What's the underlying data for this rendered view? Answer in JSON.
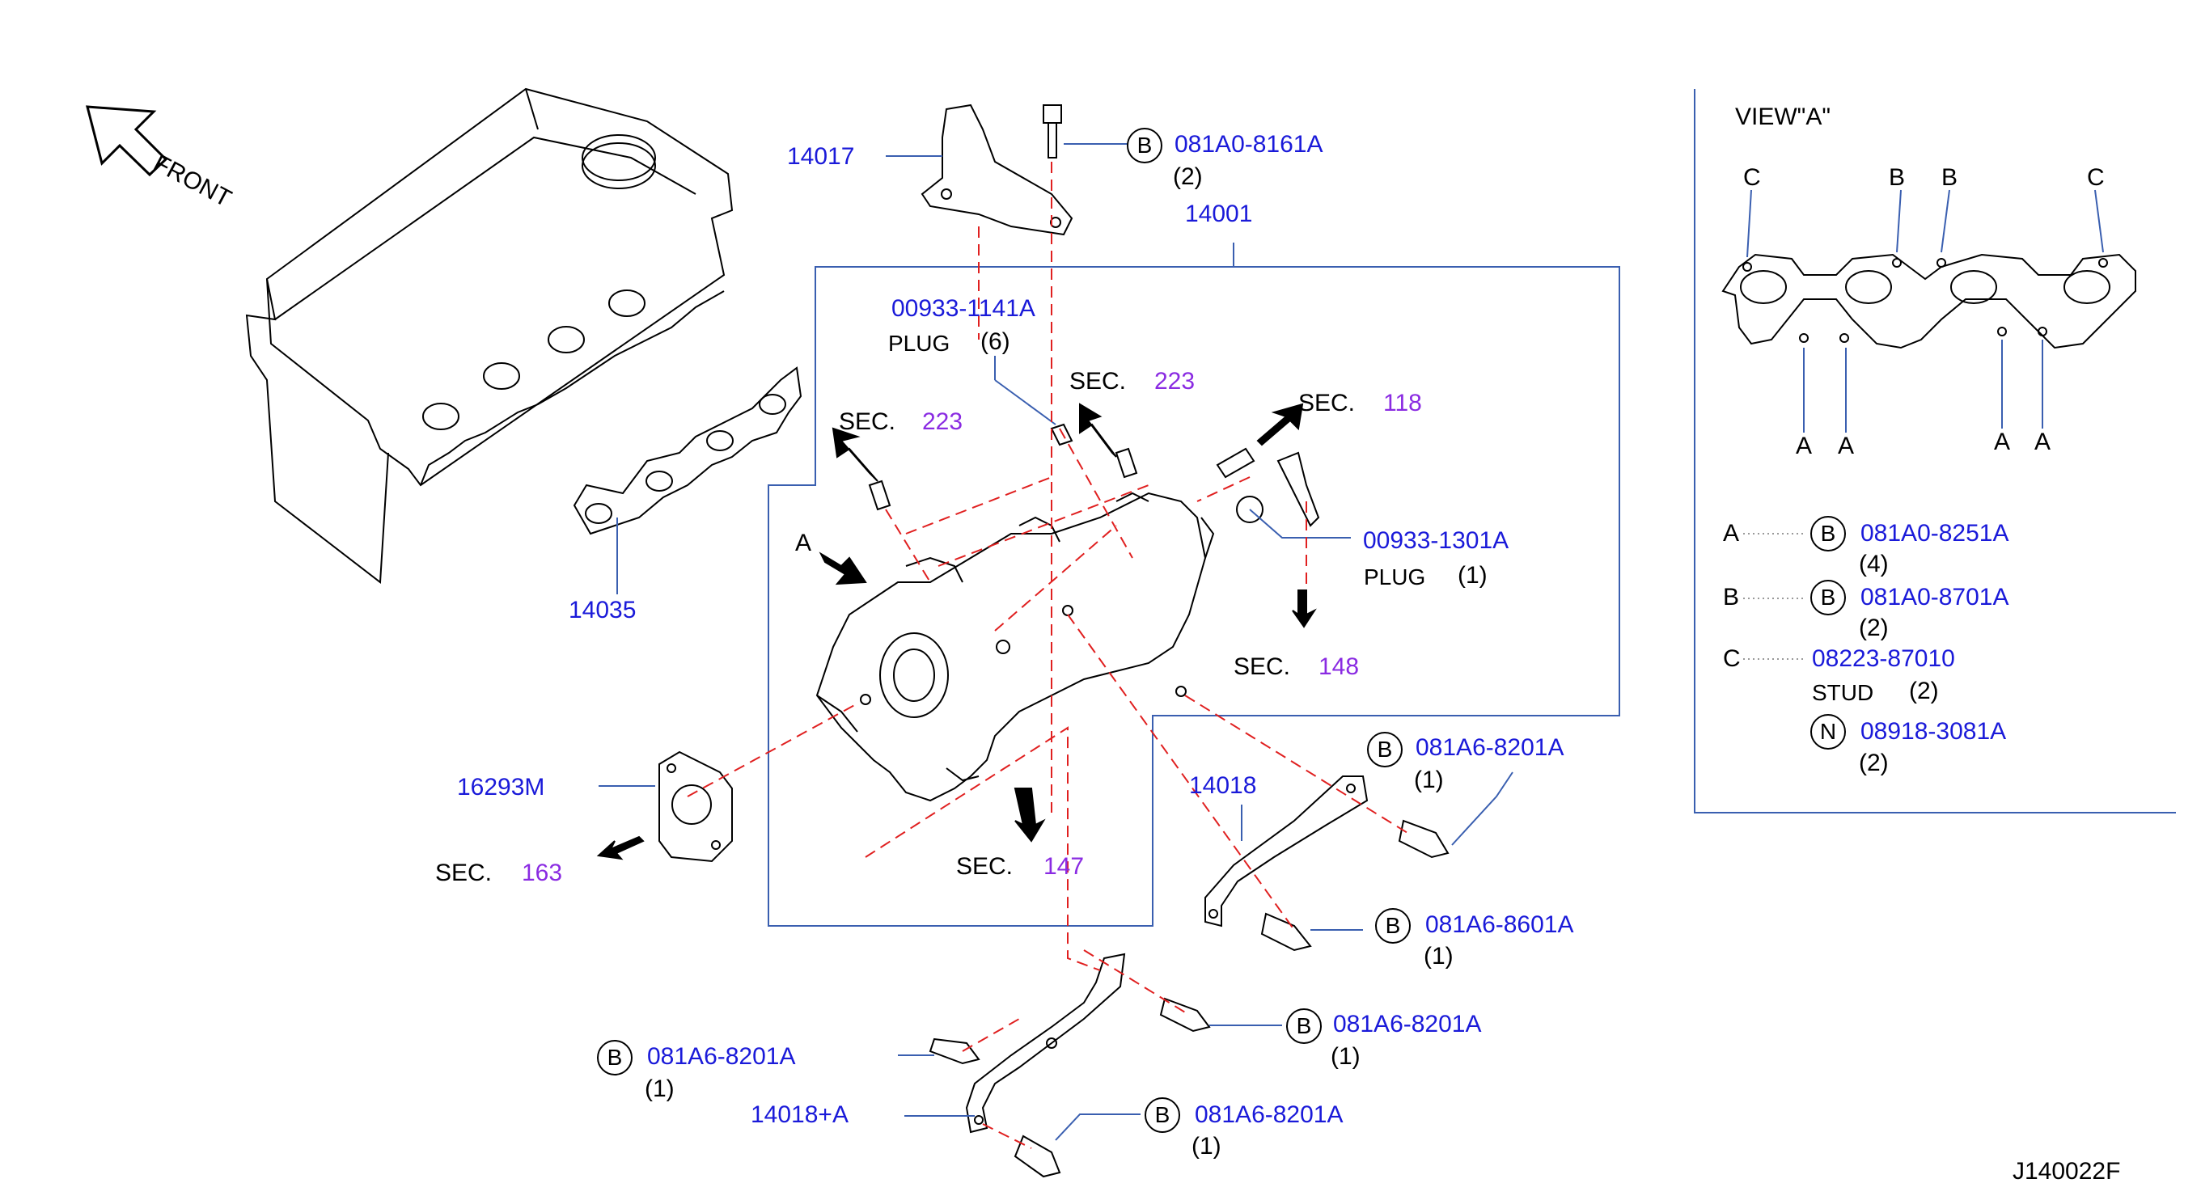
{
  "front": "FRONT",
  "view_a": {
    "title": "VIEW\"A\"",
    "top_labels": [
      "C",
      "B",
      "B",
      "C"
    ],
    "bottom_labels": [
      "A",
      "A",
      "A",
      "A"
    ]
  },
  "legend": [
    {
      "key": "A",
      "circle": "B",
      "part": "081A0-8251A",
      "qty": "(4)",
      "desc": ""
    },
    {
      "key": "B",
      "circle": "B",
      "part": "081A0-8701A",
      "qty": "(2)",
      "desc": ""
    },
    {
      "key": "C",
      "circle": "",
      "part": "08223-87010",
      "qty": "(2)",
      "desc": "STUD"
    },
    {
      "key": "",
      "circle": "N",
      "part": "08918-3081A",
      "qty": "(2)",
      "desc": ""
    }
  ],
  "parts": {
    "p14017": "14017",
    "p14001": "14001",
    "p14035": "14035",
    "p16293m": "16293M",
    "p14018": "14018",
    "p14018a": "14018+A",
    "bolt_top": {
      "circle": "B",
      "part": "081A0-8161A",
      "qty": "(2)"
    },
    "plug1": {
      "part": "00933-1141A",
      "desc": "PLUG",
      "qty": "(6)"
    },
    "plug2": {
      "part": "00933-1301A",
      "desc": "PLUG",
      "qty": "(1)"
    },
    "bolt_r1": {
      "circle": "B",
      "part": "081A6-8201A",
      "qty": "(1)"
    },
    "bolt_r2": {
      "circle": "B",
      "part": "081A6-8601A",
      "qty": "(1)"
    },
    "bolt_r3": {
      "circle": "B",
      "part": "081A6-8201A",
      "qty": "(1)"
    },
    "bolt_l": {
      "circle": "B",
      "part": "081A6-8201A",
      "qty": "(1)"
    },
    "bolt_b": {
      "circle": "B",
      "part": "081A6-8201A",
      "qty": "(1)"
    }
  },
  "sections": {
    "prefix": "SEC.",
    "s223a": "223",
    "s223b": "223",
    "s118": "118",
    "s148": "148",
    "s147": "147",
    "s163": "163"
  },
  "arrow_a": "A",
  "code": "J140022F",
  "colors": {
    "part_number": "#1a1ad9",
    "section": "#8a2be2",
    "leader": "#3a5fb0",
    "dash": "#e02020"
  }
}
